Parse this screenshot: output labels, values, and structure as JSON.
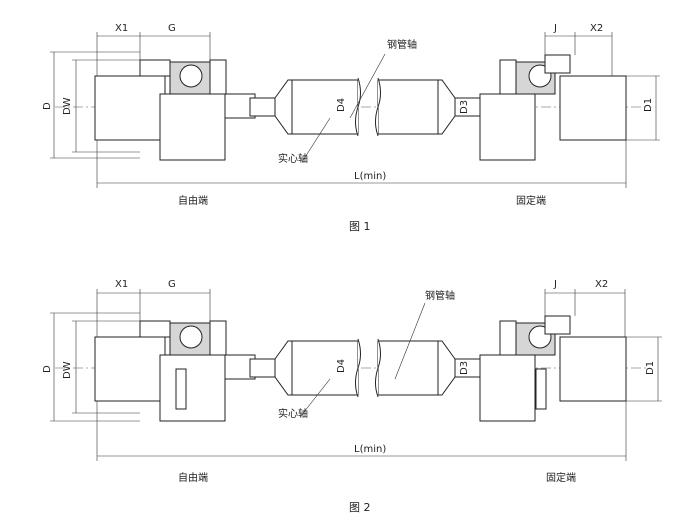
{
  "figures": [
    {
      "caption": "图 1",
      "labels": {
        "x1": "X1",
        "g": "G",
        "j": "J",
        "x2": "X2",
        "d": "D",
        "dw": "DW",
        "d1": "D1",
        "d3": "D3",
        "d4": "D4",
        "steel_tube_shaft": "钢管轴",
        "solid_shaft": "实心轴",
        "length": "L(min)",
        "free_end": "自由端",
        "fixed_end": "固定端"
      }
    },
    {
      "caption": "图 2",
      "labels": {
        "x1": "X1",
        "g": "G",
        "j": "J",
        "x2": "X2",
        "d": "D",
        "dw": "DW",
        "d1": "D1",
        "d3": "D3",
        "d4": "D4",
        "steel_tube_shaft": "钢管轴",
        "solid_shaft": "实心轴",
        "length": "L(min)",
        "free_end": "自由端",
        "fixed_end": "固定端"
      }
    }
  ]
}
